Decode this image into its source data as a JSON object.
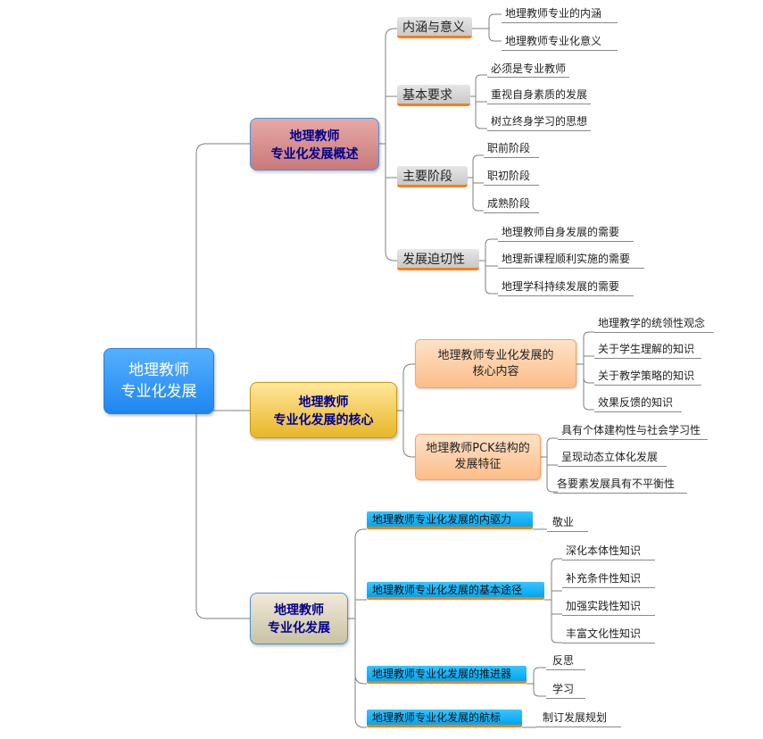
{
  "colors": {
    "line": "#7f7f7f",
    "accent_underline": "#f57f17"
  },
  "root": {
    "label": "地理教师\n专业化发展"
  },
  "branches": [
    {
      "label": "地理教师\n专业化发展概述",
      "children": [
        {
          "label": "内涵与意义",
          "leaves": [
            "地理教师专业的内涵",
            "地理教师专业化意义"
          ]
        },
        {
          "label": "基本要求",
          "leaves": [
            "必须是专业教师",
            "重视自身素质的发展",
            "树立终身学习的思想"
          ]
        },
        {
          "label": "主要阶段",
          "leaves": [
            "职前阶段",
            "职初阶段",
            "成熟阶段"
          ]
        },
        {
          "label": "发展迫切性",
          "leaves": [
            "地理教师自身发展的需要",
            "地理新课程顺利实施的需要",
            "地理学科持续发展的需要"
          ]
        }
      ]
    },
    {
      "label": "地理教师\n专业化发展的核心",
      "children": [
        {
          "label": "地理教师专业化发展的\n核心内容",
          "leaves": [
            "地理教学的统领性观念",
            "关于学生理解的知识",
            "关于教学策略的知识",
            "效果反馈的知识"
          ]
        },
        {
          "label": "地理教师PCK结构的\n发展特征",
          "leaves": [
            "具有个体建构性与社会学习性",
            "呈现动态立体化发展",
            "各要素发展具有不平衡性"
          ]
        }
      ]
    },
    {
      "label": "地理教师\n专业化发展",
      "children": [
        {
          "label": "地理教师专业化发展的内驱力",
          "leaves": [
            "敬业"
          ]
        },
        {
          "label": "地理教师专业化发展的基本途径",
          "leaves": [
            "深化本体性知识",
            "补充条件性知识",
            "加强实践性知识",
            "丰富文化性知识"
          ]
        },
        {
          "label": "地理教师专业化发展的推进器",
          "leaves": [
            "反思",
            "学习"
          ]
        },
        {
          "label": "地理教师专业化发展的航标",
          "leaves": [
            "制订发展规划"
          ]
        }
      ]
    }
  ]
}
